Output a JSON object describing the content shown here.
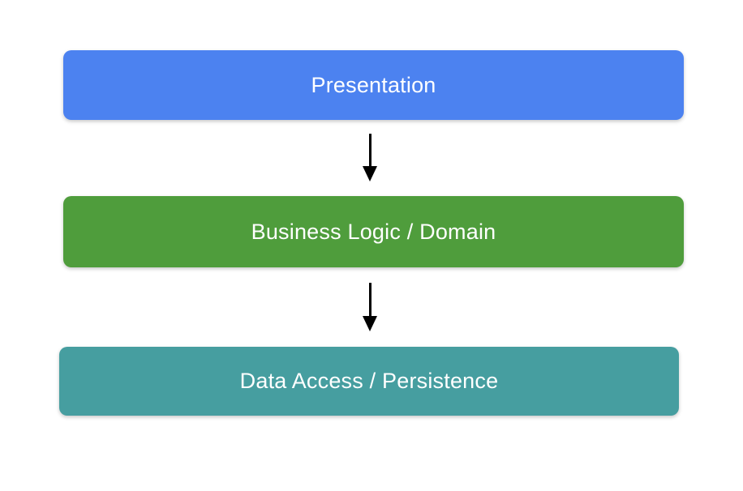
{
  "diagram": {
    "type": "layered-architecture",
    "background_color": "#FFFFFF",
    "arrow_color": "#000000",
    "layers": [
      {
        "label": "Presentation",
        "color": "#4C82F0",
        "text_color": "#FFFFFF"
      },
      {
        "label": "Business Logic / Domain",
        "color": "#4F9D3C",
        "text_color": "#FFFFFF"
      },
      {
        "label": "Data Access / Persistence",
        "color": "#469EA0",
        "text_color": "#FFFFFF"
      }
    ]
  }
}
